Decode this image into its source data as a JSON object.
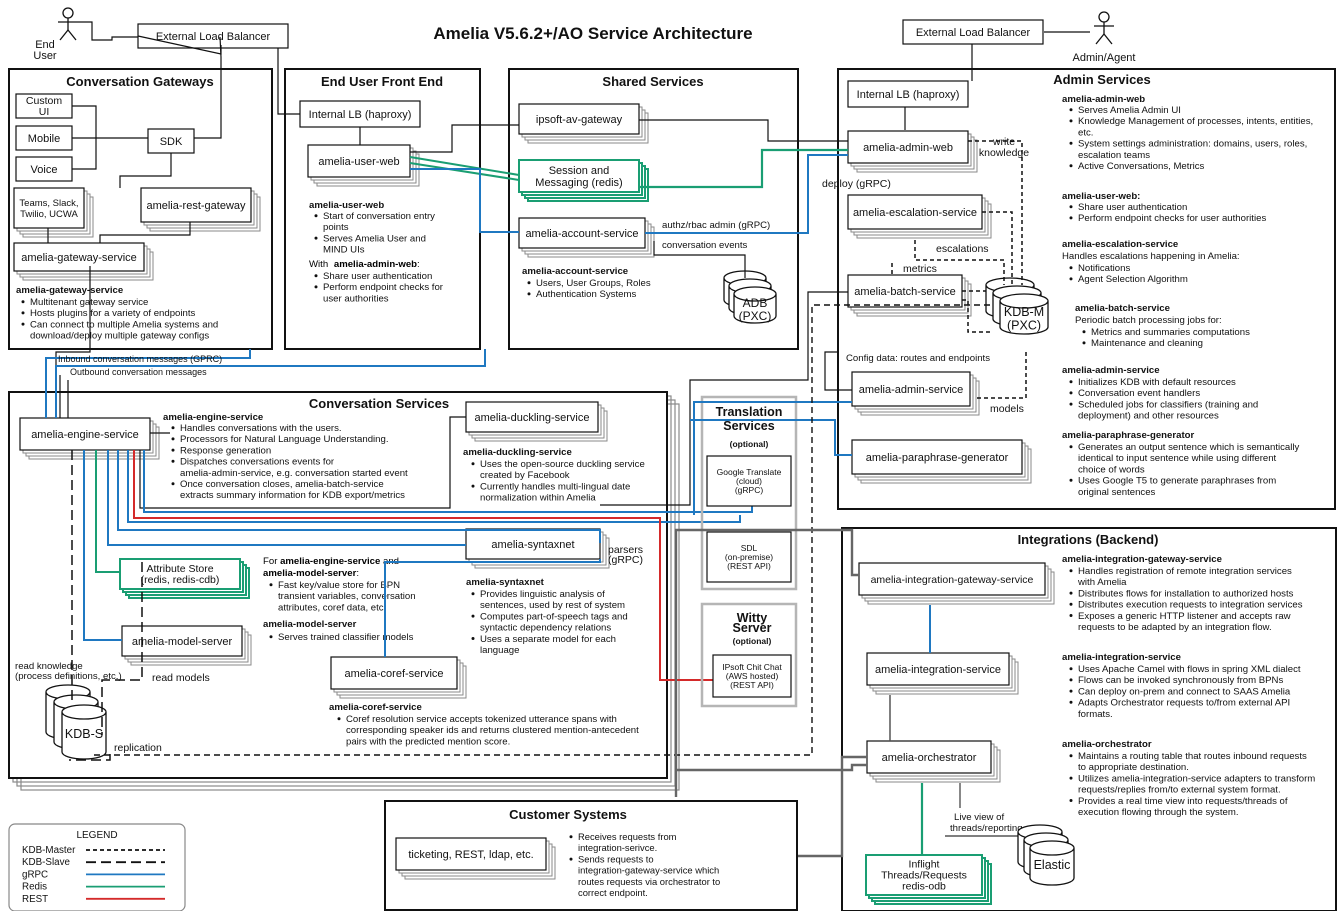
{
  "title": "Amelia V5.6.2+/AO Service Architecture",
  "actors": {
    "end_user": [
      "End",
      "User"
    ],
    "admin_agent": "Admin/Agent"
  },
  "external_lb_left": "External Load Balancer",
  "external_lb_right": "External Load Balancer",
  "gateways": {
    "title": "Conversation Gateways",
    "custom_ui": [
      "Custom",
      "UI"
    ],
    "mobile": "Mobile",
    "voice": "Voice",
    "sdk": "SDK",
    "teams": [
      "Teams, Slack,",
      "Twilio, UCWA"
    ],
    "rest_gateway": "amelia-rest-gateway",
    "gateway_service": "amelia-gateway-service",
    "desc_title": "amelia-gateway-service",
    "desc": [
      "Multitenant gateway service",
      "Hosts plugins for a variety of endpoints",
      "Can connect to multiple Amelia systems and",
      "download/deploy multiple gateway configs"
    ]
  },
  "front_end": {
    "title": "End User Front End",
    "internal_lb": "Internal LB (haproxy)",
    "user_web": "amelia-user-web",
    "desc_title": "amelia-user-web",
    "desc1": [
      "Start of conversation entry",
      "points",
      "Serves Amelia User and",
      "MIND UIs"
    ],
    "with_label": "With ",
    "with_bold": "amelia-admin-web",
    "with_colon": ":",
    "desc2": [
      "Share user authentication",
      "Perform endpoint checks for",
      "user authorities"
    ]
  },
  "shared": {
    "title": "Shared Services",
    "av_gateway": "ipsoft-av-gateway",
    "session": [
      "Session and",
      "Messaging (redis)"
    ],
    "account": "amelia-account-service",
    "desc_title": "amelia-account-service",
    "desc": [
      "Users, User Groups, Roles",
      "Authentication Systems"
    ],
    "adb": [
      "ADB",
      "(PXC)"
    ],
    "authz": "authz/rbac admin (gRPC)",
    "conv_events": "conversation events"
  },
  "admin": {
    "title": "Admin Services",
    "internal_lb": "Internal LB (haproxy)",
    "admin_web": "amelia-admin-web",
    "write_knowledge": [
      "write",
      "knowledge"
    ],
    "deploy": "deploy (gRPC)",
    "escalation": "amelia-escalation-service",
    "escalations": "escalations",
    "metrics": "metrics",
    "batch": "amelia-batch-service",
    "kdbm": [
      "KDB-M",
      "(PXC)"
    ],
    "config_data": "Config data: routes and endpoints",
    "admin_service": "amelia-admin-service",
    "models": "models",
    "paraphrase": "amelia-paraphrase-generator",
    "d_admin_web_title": "amelia-admin-web",
    "d_admin_web": [
      "Serves Amelia Admin UI",
      "Knowledge Management of processes, intents, entities,",
      "etc.",
      "System settings administration: domains, users, roles,",
      "escalation teams",
      "Active Conversations, Metrics"
    ],
    "d_user_web_title": "amelia-user-web:",
    "d_user_web": [
      "Share user authentication",
      "Perform endpoint checks for user authorities"
    ],
    "d_escalation_title": "amelia-escalation-service",
    "d_escalation_intro": "Handles escalations happening in Amelia:",
    "d_escalation": [
      "Notifications",
      "Agent Selection Algorithm"
    ],
    "d_batch_title": "amelia-batch-service",
    "d_batch_intro": "Periodic batch processing jobs for:",
    "d_batch": [
      "Metrics and summaries computations",
      "Maintenance and cleaning"
    ],
    "d_admin_service_title": "amelia-admin-service",
    "d_admin_service": [
      "Initializes KDB with default resources",
      "Conversation event handlers",
      "Scheduled jobs for classifiers (training and",
      "deployment) and other resources"
    ],
    "d_paraphrase_title": "amelia-paraphrase-generator",
    "d_paraphrase": [
      "Generates an output sentence which is semantically",
      "identical to input sentence while using different",
      "choice of words",
      "Uses Google T5 to generate paraphrases from",
      "original sentences"
    ]
  },
  "conv": {
    "title": "Conversation Services",
    "inbound": "Inbound conversation messages (GPRC)",
    "outbound": "Outbound conversation messages",
    "engine": "amelia-engine-service",
    "engine_title": "amelia-engine-service",
    "engine_desc": [
      "Handles conversations with the users.",
      "Processors for Natural Language Understanding.",
      "Response generation",
      "Dispatches conversations events for",
      "amelia-admin-service, e.g. conversation started event",
      "Once conversation closes, amelia-batch-service",
      "extracts summary information for KDB export/metrics"
    ],
    "duckling": "amelia-duckling-service",
    "duckling_title": "amelia-duckling-service",
    "duckling_desc": [
      "Uses the open-source duckling service",
      "created by Facebook",
      "Currently handles multi-lingual date",
      "normalization within Amelia"
    ],
    "syntaxnet": "amelia-syntaxnet",
    "parsers": [
      "parsers",
      "(gRPC)"
    ],
    "syntaxnet_title": "amelia-syntaxnet",
    "syntaxnet_desc": [
      "Provides linguistic analysis of",
      "sentences, used by rest of system",
      "Computes part-of-speech tags and",
      "syntactic dependency relations",
      "Uses a separate model for each",
      "language"
    ],
    "attribute": [
      "Attribute Store",
      "(redis, redis-cdb)"
    ],
    "attr_for": "For ",
    "attr_for_bold": "amelia-engine-service",
    "attr_and": " and",
    "attr_model_bold": "amelia-model-server",
    "attr_colon": ":",
    "attr_desc": [
      "Fast key/value store for BPN",
      "transient variables, conversation",
      "attributes, coref data, etc."
    ],
    "model_server": "amelia-model-server",
    "model_title": "amelia-model-server",
    "model_desc": [
      "Serves trained classifier models"
    ],
    "coref": "amelia-coref-service",
    "coref_title": "amelia-coref-service",
    "coref_desc": [
      "Coref resolution service accepts tokenized utterance spans with",
      "corresponding speaker ids and returns clustered mention-antecedent",
      "pairs with the predicted mention score."
    ],
    "read_knowledge": [
      "read knowledge",
      "(process definitions, etc.)"
    ],
    "read_models": "read models",
    "kdbs": "KDB-S",
    "replication": "replication"
  },
  "translation": {
    "title": [
      "Translation",
      "Services"
    ],
    "optional": "(optional)",
    "google": [
      "Google Translate",
      "(cloud)",
      "(gRPC)"
    ],
    "sdl": [
      "SDL",
      "(on-premise)",
      "(REST API)"
    ]
  },
  "witty": {
    "title": [
      "Witty",
      "Server"
    ],
    "optional": "(optional)",
    "chit": [
      "IPsoft Chit Chat",
      "(AWS hosted)",
      "(REST API)"
    ]
  },
  "integrations": {
    "title": "Integrations (Backend)",
    "gateway": "amelia-integration-gateway-service",
    "integration": "amelia-integration-service",
    "orchestrator": "amelia-orchestrator",
    "live_view": [
      "Live view of",
      "threads/reporting"
    ],
    "inflight": [
      "Inflight",
      "Threads/Requests",
      "redis-odb"
    ],
    "elastic": "Elastic",
    "d_gateway_title": "amelia-integration-gateway-service",
    "d_gateway": [
      "Handles registration of remote integration services",
      "with Amelia",
      "Distributes flows for installation to authorized hosts",
      "Distributes execution requests to integration services",
      "Exposes a generic HTTP listener and accepts raw",
      "requests to be adapted by an integration flow."
    ],
    "d_integration_title": "amelia-integration-service",
    "d_integration": [
      "Uses Apache Camel with flows in spring XML dialect",
      "Flows can be invoked synchronously from BPNs",
      "Can deploy on-prem and connect to SAAS Amelia",
      "Adapts Orchestrator requests to/from external API",
      "formats."
    ],
    "d_orch_title": "amelia-orchestrator",
    "d_orch": [
      "Maintains a routing table that routes inbound requests",
      "to appropriate destination.",
      "Utilizes amelia-integration-service adapters to transform",
      "requests/replies from/to external system format.",
      "Provides a real time view into requests/threads of",
      "execution flowing through the system."
    ]
  },
  "customer": {
    "title": "Customer Systems",
    "box": "ticketing, REST, ldap, etc.",
    "desc": [
      "Receives requests from",
      "integration-serivce.",
      "Sends requests to",
      "integration-gateway-service which",
      "routes requests via orchestrator to",
      "correct endpoint."
    ]
  },
  "legend": {
    "title": "LEGEND",
    "items": [
      "KDB-Master",
      "KDB-Slave",
      "gRPC",
      "Redis",
      "REST"
    ]
  },
  "colors": {
    "grpc": "#1f78c1",
    "redis": "#1a9e73",
    "rest": "#d42a2a",
    "line": "#111111",
    "shadow": "#8a8a8a"
  }
}
